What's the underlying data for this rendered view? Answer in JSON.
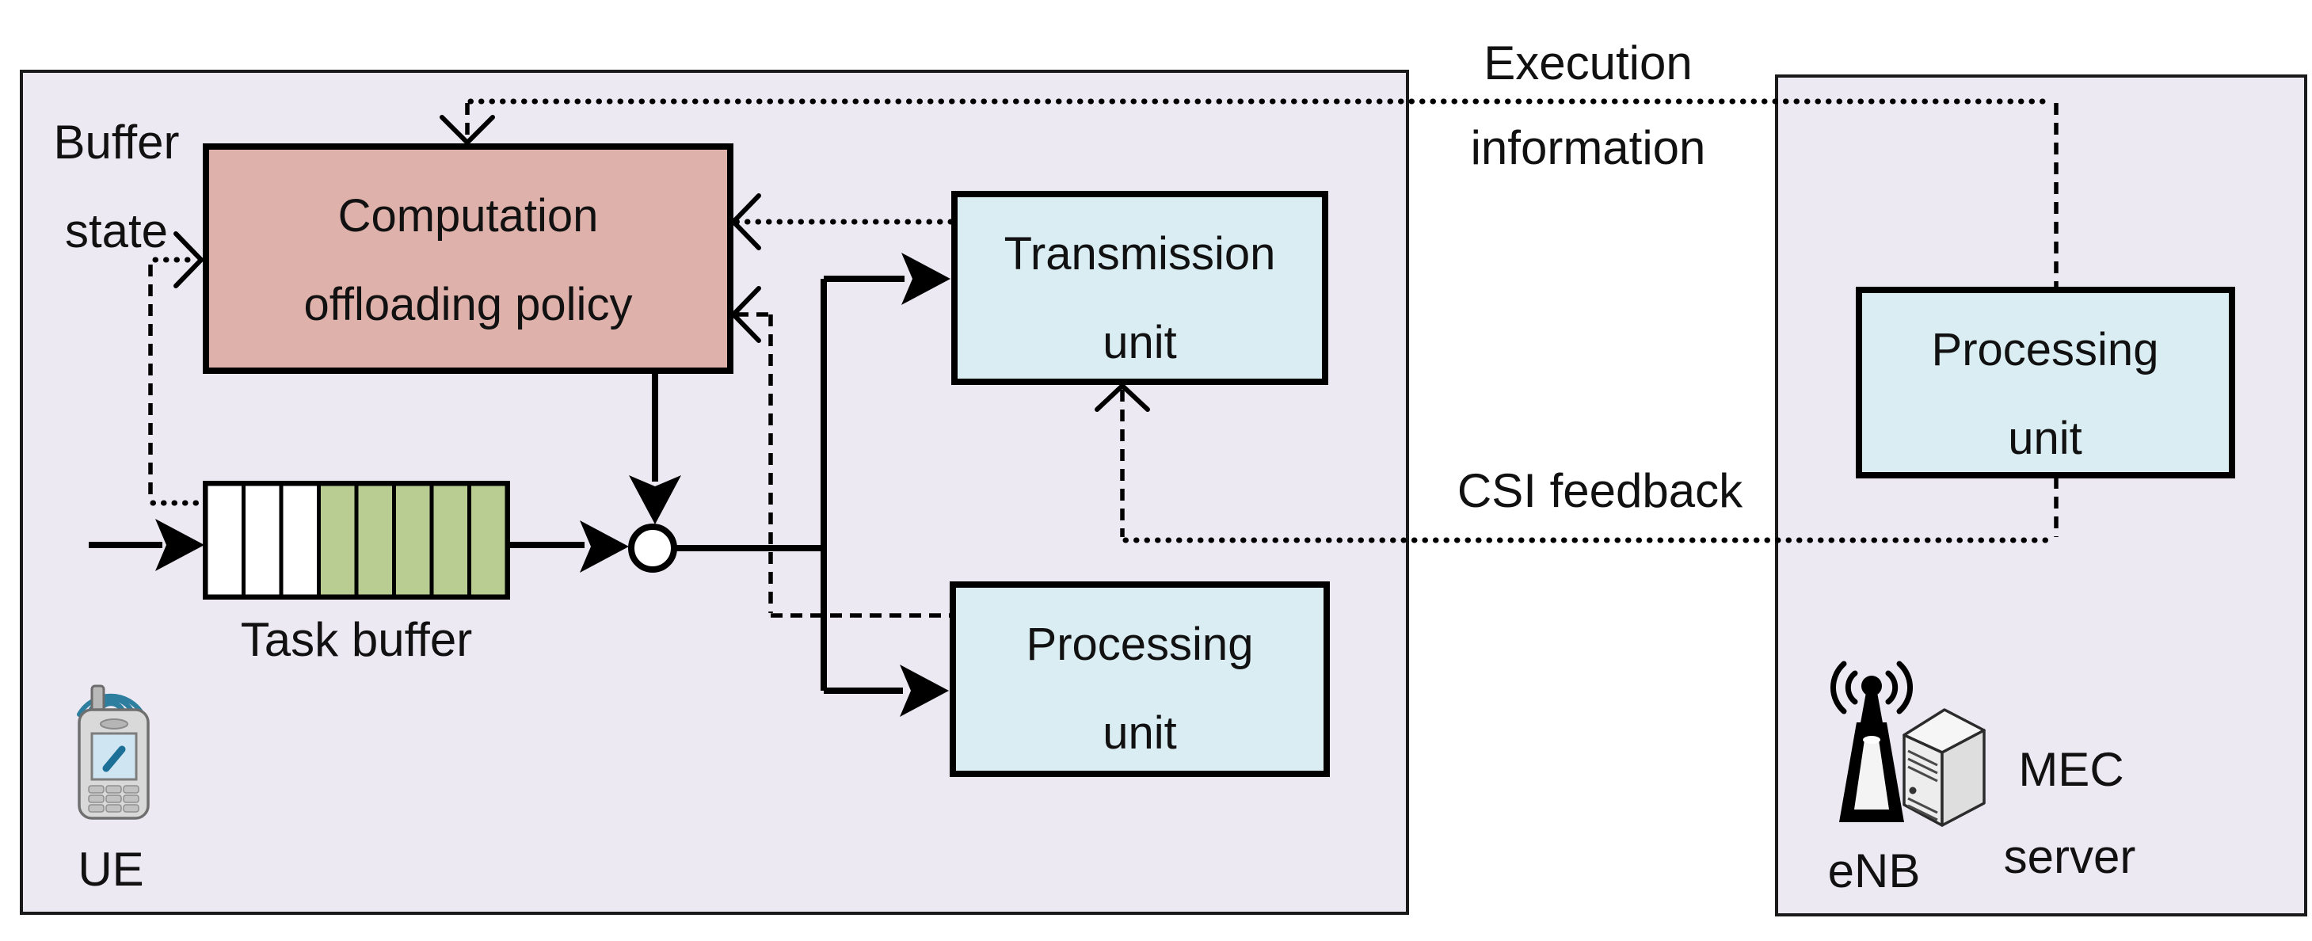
{
  "colors": {
    "page_bg": "#FFFFFF",
    "panel_bg": "#EDE9F3",
    "panel_border": "#1A1A1A",
    "policy_fill": "#DFB1AB",
    "unit_fill": "#D9EDF3",
    "cell_filled": "#B9CC92",
    "cell_empty": "#FFFFFF",
    "line": "#000000",
    "wifi": "#2E7F9F",
    "phone_body": "#D9D9D9",
    "server_face": "#EDEDED"
  },
  "task_buffer": {
    "cells": [
      "empty",
      "empty",
      "empty",
      "filled",
      "filled",
      "filled",
      "filled",
      "filled"
    ]
  },
  "labels": {
    "buffer_state_line1": "Buffer",
    "buffer_state_line2": "state",
    "policy_line1": "Computation",
    "policy_line2": "offloading policy",
    "task_buffer": "Task buffer",
    "transmission_line1": "Transmission",
    "transmission_line2": "unit",
    "ue_processing_line1": "Processing",
    "ue_processing_line2": "unit",
    "mec_processing_line1": "Processing",
    "mec_processing_line2": "unit",
    "execution_line1": "Execution",
    "execution_line2": "information",
    "csi_feedback": "CSI feedback",
    "ue": "UE",
    "enb": "eNB",
    "mec_line1": "MEC",
    "mec_line2": "server"
  }
}
